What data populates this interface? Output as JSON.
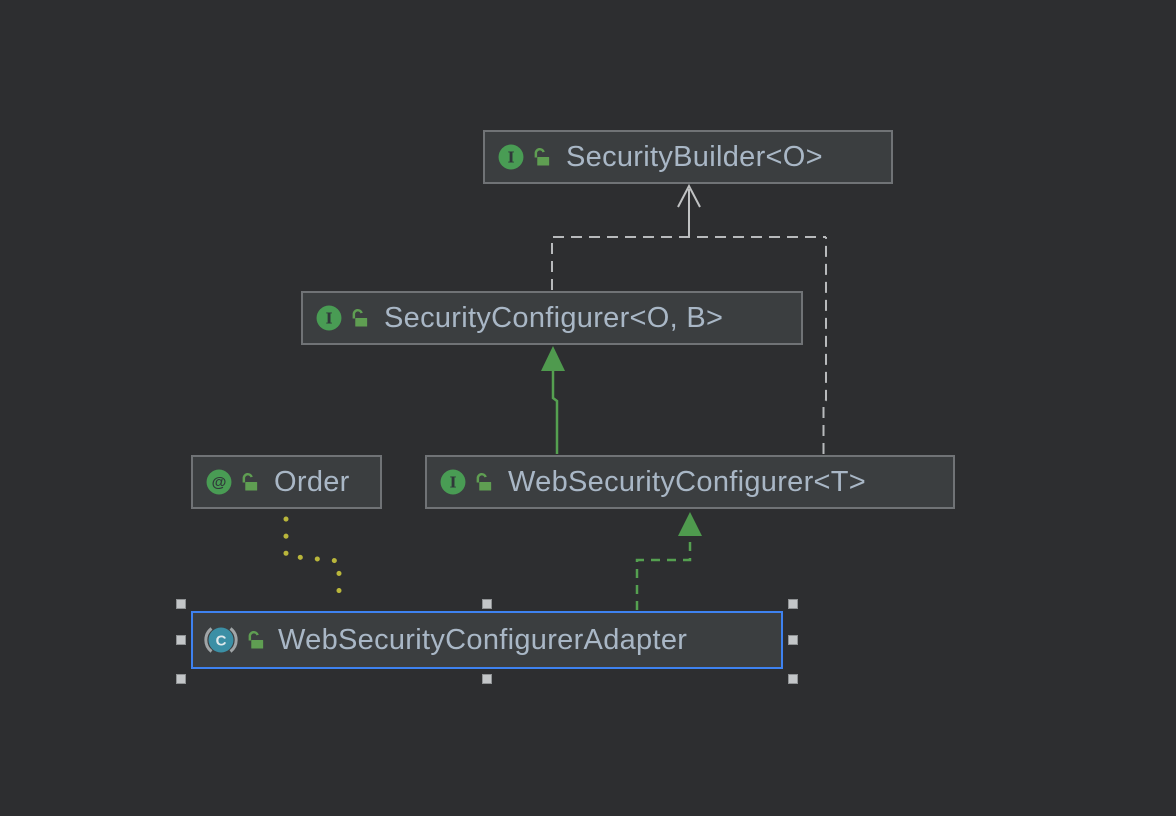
{
  "app": {
    "view_name": "UML class diagram canvas (IntelliJ-style, Darcula theme)"
  },
  "colors": {
    "canvas_background": "#2d2e30",
    "node_fill": "#3b3e40",
    "node_border": "#707376",
    "selected_border": "#3e82f0",
    "label_text": "#a9b7c6",
    "interface_icon_green": "#499C54",
    "abstract_class_icon_teal": "#3b8fa5",
    "lock_green": "#5f9e52",
    "dependency_edge_gray": "#b8babc",
    "extends_edge_green": "#55a050",
    "annotation_edge_yellow": "#b9b63b",
    "selection_handle": "#c3c6c8"
  },
  "diagram": {
    "nodes": [
      {
        "id": "security-builder",
        "kind": "interface",
        "icon_letter": "I",
        "label": "SecurityBuilder<O>",
        "selected": false
      },
      {
        "id": "security-configurer",
        "kind": "interface",
        "icon_letter": "I",
        "label": "SecurityConfigurer<O, B>",
        "selected": false
      },
      {
        "id": "order",
        "kind": "annotation",
        "icon_letter": "@",
        "label": "Order",
        "selected": false
      },
      {
        "id": "web-security-configurer",
        "kind": "interface",
        "icon_letter": "I",
        "label": "WebSecurityConfigurer<T>",
        "selected": false
      },
      {
        "id": "web-security-configurer-adapter",
        "kind": "abstract-class",
        "icon_letter": "C",
        "label": "WebSecurityConfigurerAdapter",
        "selected": true
      }
    ],
    "edges": [
      {
        "from": "SecurityConfigurer<O, B>",
        "to": "SecurityBuilder<O>",
        "type": "dependency",
        "style": "dashed gray, open arrowhead"
      },
      {
        "from": "WebSecurityConfigurer<T>",
        "to": "SecurityBuilder<O>",
        "type": "dependency",
        "style": "dashed gray, open arrowhead (merges with SecurityConfigurer edge)"
      },
      {
        "from": "WebSecurityConfigurer<T>",
        "to": "SecurityConfigurer<O, B>",
        "type": "extends",
        "style": "solid green, filled triangle"
      },
      {
        "from": "WebSecurityConfigurerAdapter",
        "to": "WebSecurityConfigurer<T>",
        "type": "implements",
        "style": "dashed green, filled triangle"
      },
      {
        "from": "WebSecurityConfigurerAdapter",
        "to": "Order",
        "type": "annotation-usage",
        "style": "dotted yellow"
      }
    ]
  }
}
